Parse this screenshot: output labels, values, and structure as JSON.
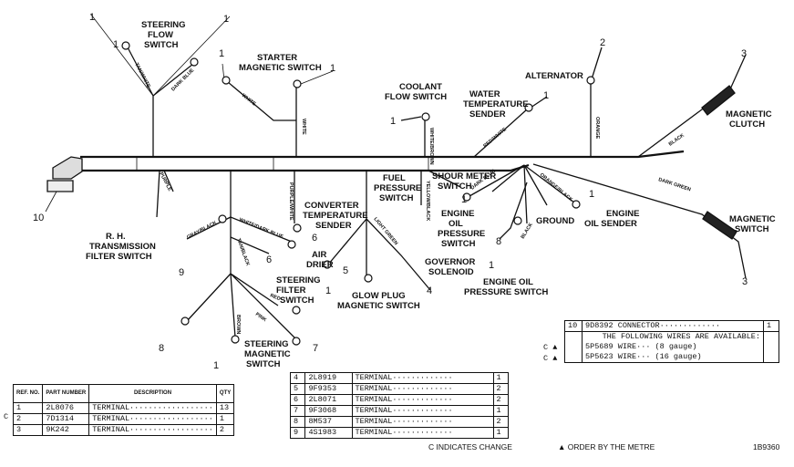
{
  "labels": {
    "steering_flow_switch": [
      "STEERING",
      "FLOW",
      "SWITCH"
    ],
    "starter_magnetic_switch": [
      "STARTER",
      "MAGNETIC SWITCH"
    ],
    "coolant_flow_switch": [
      "COOLANT",
      "FLOW SWITCH"
    ],
    "water_temperature_sender": [
      "WATER",
      "TEMPERATURE",
      "SENDER"
    ],
    "alternator": "ALTERNATOR",
    "magnetic_clutch": [
      "MAGNETIC",
      "CLUTCH"
    ],
    "magnetic_switch": [
      "MAGNETIC",
      "SWITCH"
    ],
    "engine_oil_sender": [
      "ENGINE",
      "OIL SENDER"
    ],
    "ground": "GROUND",
    "engine_oil_pressure_switch": [
      "ENGINE OIL",
      "PRESSURE SWITCH"
    ],
    "governor_solenoid": [
      "GOVERNOR",
      "SOLENOID"
    ],
    "glow_plug_magnetic_switch": [
      "GLOW PLUG",
      "MAGNETIC SWITCH"
    ],
    "hour_meter_switch": [
      "SHOUR METER",
      "SWITCH"
    ],
    "fuel_pressure_switch": [
      "FUEL",
      "PRESSURE",
      "SWITCH"
    ],
    "engine_oil_pressure_switch_2": [
      "ENGINE",
      "OIL",
      "PRESSURE",
      "SWITCH"
    ],
    "converter_temperature_sender": [
      "CONVERTER",
      "TEMPERATURE",
      "SENDER"
    ],
    "air_drier": [
      "AIR",
      "DRIER"
    ],
    "steering_filter_switch": [
      "STEERING",
      "FILTER",
      "SWITCH"
    ],
    "steering_magnetic_switch": [
      "STEERING",
      "MAGNETIC",
      "SWITCH"
    ],
    "rh_transmission_filter_switch": [
      "R. H.",
      "TRANSMISSION",
      "FILTER SWITCH"
    ]
  },
  "wire_labels": {
    "tan_white": "TAN/WHITE",
    "dark_blue": "DARK BLUE",
    "white_1": "WHITE",
    "white_2": "WHITE",
    "white_brown": "WHITE/BROWN",
    "red_white": "RED/WHITE",
    "orange": "ORANGE",
    "black": "BLACK",
    "dark_green": "DARK GREEN",
    "orange_black": "ORANGE/BLACK",
    "purple_white": "PURPLE/WHITE",
    "yellow_black": "YELLOW/BLACK",
    "gray_black": "GRAY/BLACK",
    "white_dark_blue": "WHITE/DARK BLUE",
    "light_green": "LIGHT GREEN",
    "purple": "PURPLE",
    "tan_black": "TAN/BLACK",
    "black_2": "BLACK",
    "red": "RED",
    "pink": "PINK",
    "brown": "BROWN",
    "dark_blue_2": "DARK BLUE"
  },
  "callout_numbers": {
    "n1": "1",
    "n2": "2",
    "n3": "3",
    "n4": "4",
    "n5": "5",
    "n6": "6",
    "n7": "7",
    "n8": "8",
    "n9": "9",
    "n10": "10"
  },
  "left_table": {
    "headers": [
      "REF. NO.",
      "PART NUMBER",
      "DESCRIPTION",
      "QTY"
    ],
    "rows": [
      {
        "mark": "C",
        "ref": "1",
        "part": "2L8076",
        "desc": "TERMINAL",
        "qty": "13"
      },
      {
        "mark": "",
        "ref": "2",
        "part": "7D1314",
        "desc": "TERMINAL",
        "qty": "1"
      },
      {
        "mark": "",
        "ref": "3",
        "part": "9K242",
        "desc": "TERMINAL",
        "qty": "2"
      }
    ]
  },
  "middle_table": {
    "rows": [
      {
        "ref": "4",
        "part": "2L8919",
        "desc": "TERMINAL",
        "qty": "1"
      },
      {
        "ref": "5",
        "part": "9F9353",
        "desc": "TERMINAL",
        "qty": "2"
      },
      {
        "ref": "6",
        "part": "2L8071",
        "desc": "TERMINAL",
        "qty": "2"
      },
      {
        "ref": "7",
        "part": "9F3068",
        "desc": "TERMINAL",
        "qty": "1"
      },
      {
        "ref": "8",
        "part": "8M537",
        "desc": "TERMINAL",
        "qty": "2"
      },
      {
        "ref": "9",
        "part": "4S1983",
        "desc": "TERMINAL",
        "qty": "1"
      }
    ],
    "footnote": "C INDICATES CHANGE"
  },
  "right_table": {
    "ref": "10",
    "part": "9D8392",
    "desc": "CONNECTOR",
    "qty": "1",
    "note": "THE FOLLOWING WIRES ARE AVAILABLE:",
    "wires": [
      {
        "mark": "C ▲",
        "part": "5P5689",
        "desc": "WIRE",
        "gauge": "(8 gauge)"
      },
      {
        "mark": "C ▲",
        "part": "5P5623",
        "desc": "WIRE",
        "gauge": "(16 gauge)"
      }
    ],
    "footnote": "▲ ORDER BY THE METRE",
    "figure_id": "1B9360"
  }
}
